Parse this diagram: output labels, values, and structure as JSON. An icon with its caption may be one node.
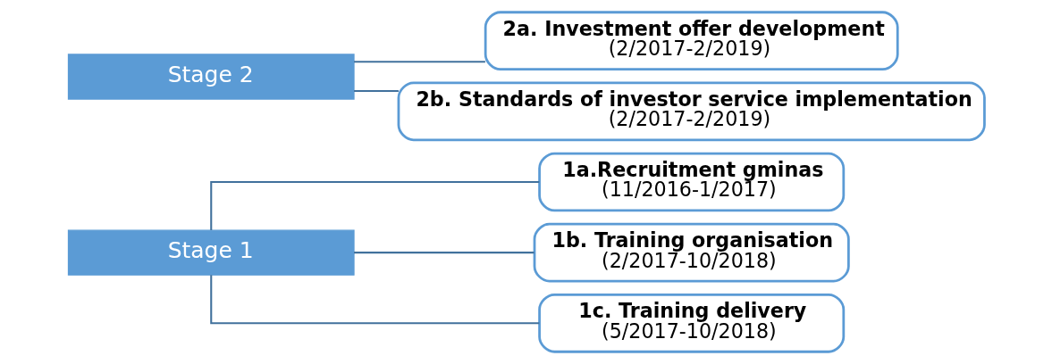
{
  "diagram": {
    "nodes": [
      {
        "text": [
          "Stage 1"
        ]
      },
      {
        "text": [
          "1a.Recruitment gminas",
          "(11/2016-1/2017)"
        ]
      },
      {
        "text": [
          "1b. Training organisation",
          "(2/2017-10/2018)"
        ]
      },
      {
        "text": [
          "1c. Training delivery",
          "(5/2017-10/2018)"
        ]
      },
      {
        "text": [
          "Stage 2"
        ]
      },
      {
        "text": [
          "2a. Investment offer development",
          "(2/2017-2/2019)"
        ]
      },
      {
        "text": [
          "2b. Standards of investor service implementation",
          "(2/2017-2/2019)"
        ]
      }
    ],
    "edges": [
      {
        "from": 0,
        "to": 1,
        "arrow": "none"
      },
      {
        "from": 0,
        "to": 2,
        "arrow": "none"
      },
      {
        "from": 0,
        "to": 3,
        "arrow": "none"
      },
      {
        "from": 4,
        "to": 5,
        "arrow": "none"
      },
      {
        "from": 4,
        "to": 6,
        "arrow": "none"
      }
    ]
  }
}
